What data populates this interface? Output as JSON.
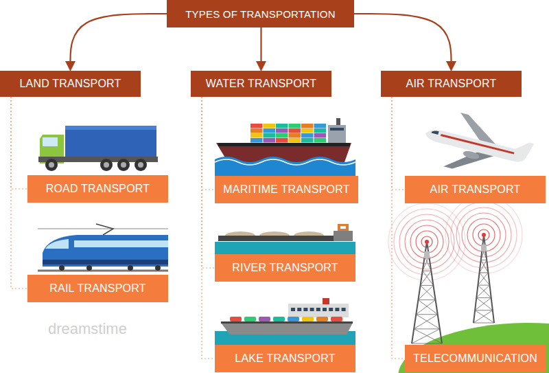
{
  "diagram": {
    "nodes": [
      {
        "text": [
          "TYPES OF TRANSPORTATION"
        ]
      },
      {
        "text": [
          "LAND TRANSPORT"
        ]
      },
      {
        "text": [
          "WATER TRANSPORT"
        ]
      },
      {
        "text": [
          "AIR TRANSPORT"
        ]
      },
      {
        "text": [
          "ROAD TRANSPORT"
        ]
      },
      {
        "text": [
          "RAIL TRANSPORT"
        ]
      },
      {
        "text": [
          "MARITIME TRANSPORT"
        ]
      },
      {
        "text": [
          "RIVER TRANSPORT"
        ]
      },
      {
        "text": [
          "LAKE TRANSPORT"
        ]
      },
      {
        "text": [
          "AIR TRANSPORT"
        ]
      },
      {
        "text": [
          "TELECOMMUNICATION"
        ]
      }
    ],
    "edges": [
      {
        "from": 0,
        "to": 1,
        "arrow": "to"
      },
      {
        "from": 0,
        "to": 2,
        "arrow": "to"
      },
      {
        "from": 0,
        "to": 3,
        "arrow": "to"
      },
      {
        "from": 1,
        "to": 4,
        "arrow": "none"
      },
      {
        "from": 1,
        "to": 5,
        "arrow": "none"
      },
      {
        "from": 2,
        "to": 6,
        "arrow": "none"
      },
      {
        "from": 2,
        "to": 7,
        "arrow": "none"
      },
      {
        "from": 2,
        "to": 8,
        "arrow": "none"
      },
      {
        "from": 3,
        "to": 9,
        "arrow": "none"
      },
      {
        "from": 3,
        "to": 10,
        "arrow": "none"
      }
    ],
    "labels": [
      "dreamstime"
    ]
  }
}
